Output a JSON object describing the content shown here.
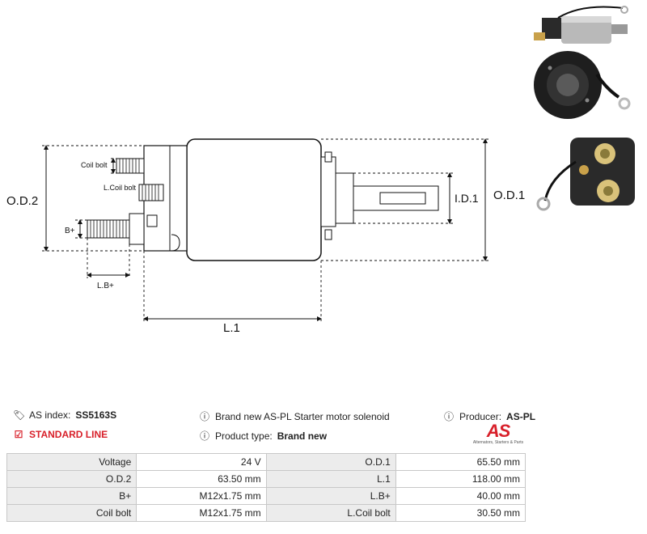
{
  "drawing": {
    "labels": {
      "od2": "O.D.2",
      "od1": "O.D.1",
      "id1": "I.D.1",
      "l1": "L.1",
      "bplus": "B+",
      "lbplus": "L.B+",
      "coil_bolt": "Coil bolt",
      "lcoil_bolt": "L.Coil bolt"
    }
  },
  "info": {
    "as_index_label": "AS index:",
    "as_index_value": "SS5163S",
    "description": "Brand new AS-PL Starter motor solenoid",
    "producer_label": "Producer:",
    "producer_value": "AS-PL",
    "line_label": "STANDARD LINE",
    "product_type_label": "Product type:",
    "product_type_value": "Brand new",
    "logo_text": "AS",
    "logo_sub": "Alternators, Starters & Parts"
  },
  "specs": {
    "rows": [
      {
        "k1": "Voltage",
        "v1": "24 V",
        "k2": "O.D.1",
        "v2": "65.50 mm"
      },
      {
        "k1": "O.D.2",
        "v1": "63.50 mm",
        "k2": "L.1",
        "v2": "118.00 mm"
      },
      {
        "k1": "B+",
        "v1": "M12x1.75 mm",
        "k2": "L.B+",
        "v2": "40.00 mm"
      },
      {
        "k1": "Coil bolt",
        "v1": "M12x1.75 mm",
        "k2": "L.Coil bolt",
        "v2": "30.50 mm"
      }
    ]
  },
  "icons": {
    "tag": "tag-icon",
    "info": "info-icon",
    "check": "checkbox-icon"
  },
  "colors": {
    "accent": "#d8202a",
    "key_bg": "#ececec"
  }
}
